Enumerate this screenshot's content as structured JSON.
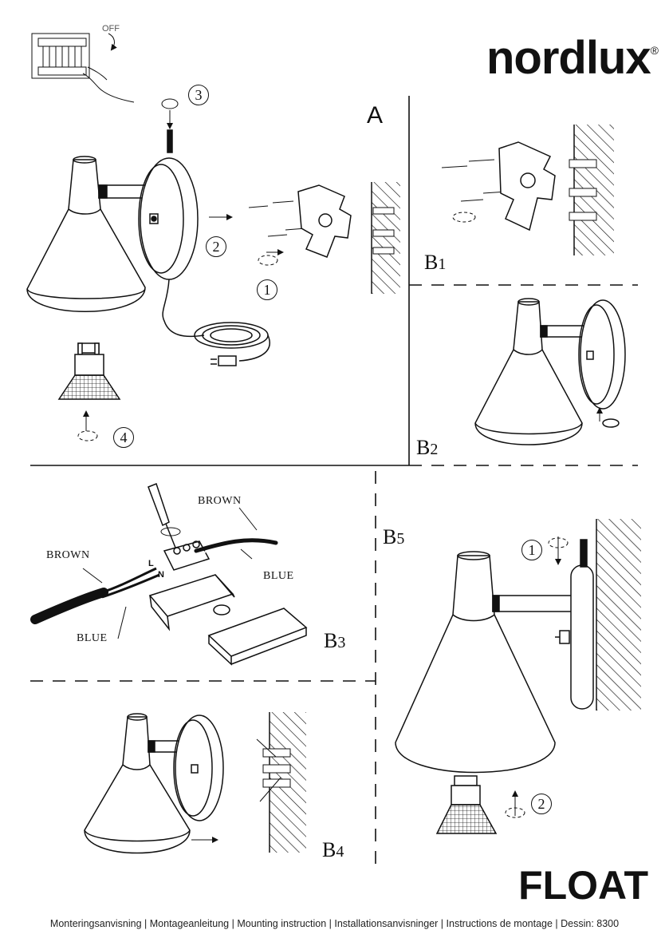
{
  "brand": {
    "name": "nordlux",
    "mark": "®"
  },
  "product": {
    "name": "FLOAT"
  },
  "footer": {
    "text": "Monteringsanvisning | Montageanleitung | Mounting instruction | Installationsanvisninger | Instructions de montage | Dessin: 8300"
  },
  "switch": {
    "label": "OFF"
  },
  "sections": {
    "A": "A",
    "B1": {
      "letter": "B",
      "num": "1"
    },
    "B2": {
      "letter": "B",
      "num": "2"
    },
    "B3": {
      "letter": "B",
      "num": "3"
    },
    "B4": {
      "letter": "B",
      "num": "4"
    },
    "B5": {
      "letter": "B",
      "num": "5"
    }
  },
  "steps": {
    "a1": "1",
    "a2": "2",
    "a3": "3",
    "a4": "4",
    "b5_1": "1",
    "b5_2": "2"
  },
  "wiring": {
    "brown_top": "BROWN",
    "blue_right": "BLUE",
    "brown_left": "BROWN",
    "blue_bottom": "BLUE",
    "l": "L",
    "n": "N"
  }
}
